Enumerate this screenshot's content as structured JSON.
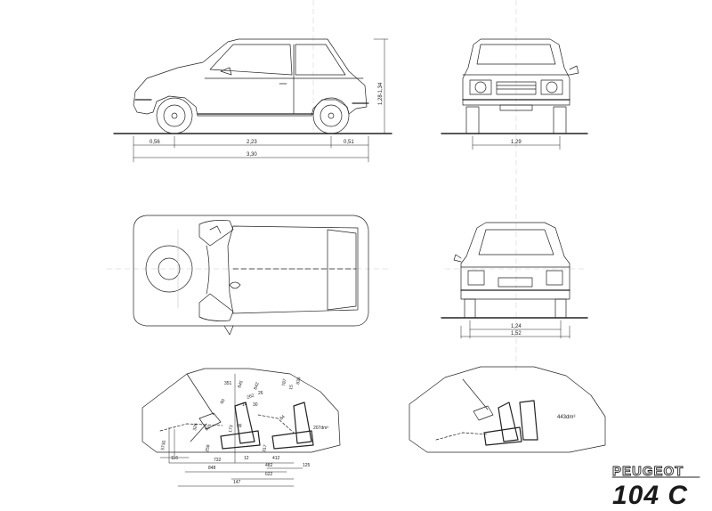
{
  "logo": {
    "brand": "PEUGEOT",
    "model": "104 C"
  },
  "side_view": {
    "overhang_front": "0,56",
    "wheelbase": "2,23",
    "overhang_rear": "0,51",
    "length": "3,30",
    "height": "1,28-1,34"
  },
  "front_view": {
    "track": "1,29"
  },
  "rear_view": {
    "track_rear": "1,24",
    "width": "1,52"
  },
  "interior_front": {
    "labels": [
      "351",
      "845",
      "842",
      "262",
      "26",
      "14",
      "30",
      "60",
      "99",
      "173",
      "60",
      "326",
      "84",
      "787",
      "15",
      "835",
      "317",
      "258",
      "5730",
      "116",
      "732",
      "12",
      "412",
      "848",
      "482",
      "622",
      "125",
      "147"
    ],
    "volume": "207dm³"
  },
  "interior_rear": {
    "volume": "443dm³"
  },
  "colors": {
    "ink": "#222222",
    "paper": "#ffffff"
  }
}
